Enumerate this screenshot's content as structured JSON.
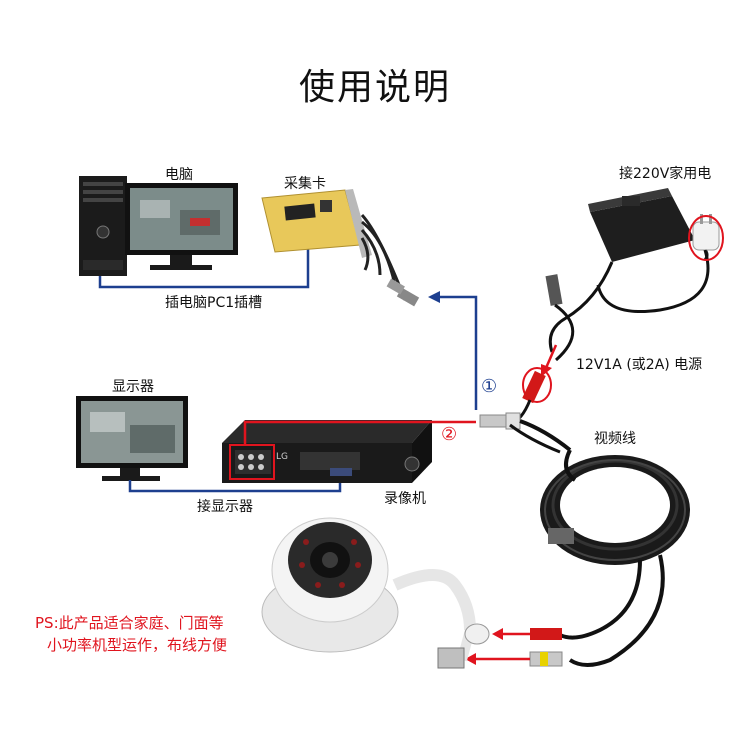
{
  "title": "使用说明",
  "labels": {
    "computer": "电脑",
    "capture_card": "采集卡",
    "pc_slot": "插电脑PC1插槽",
    "power_plug": "接220V家用电",
    "power_supply": "12V1A (或2A) 电源",
    "monitor": "显示器",
    "dvr": "录像机",
    "connect_monitor": "接显示器",
    "video_cable": "视频线",
    "marker_1": "①",
    "marker_2": "②",
    "dvr_brand": "LG"
  },
  "note": {
    "line1": "PS:此产品适合家庭、门面等",
    "line2": "小功率机型运作，布线方便"
  },
  "colors": {
    "blue_line": "#1d3f8f",
    "red_line": "#e0141e",
    "black_line": "#111111"
  }
}
